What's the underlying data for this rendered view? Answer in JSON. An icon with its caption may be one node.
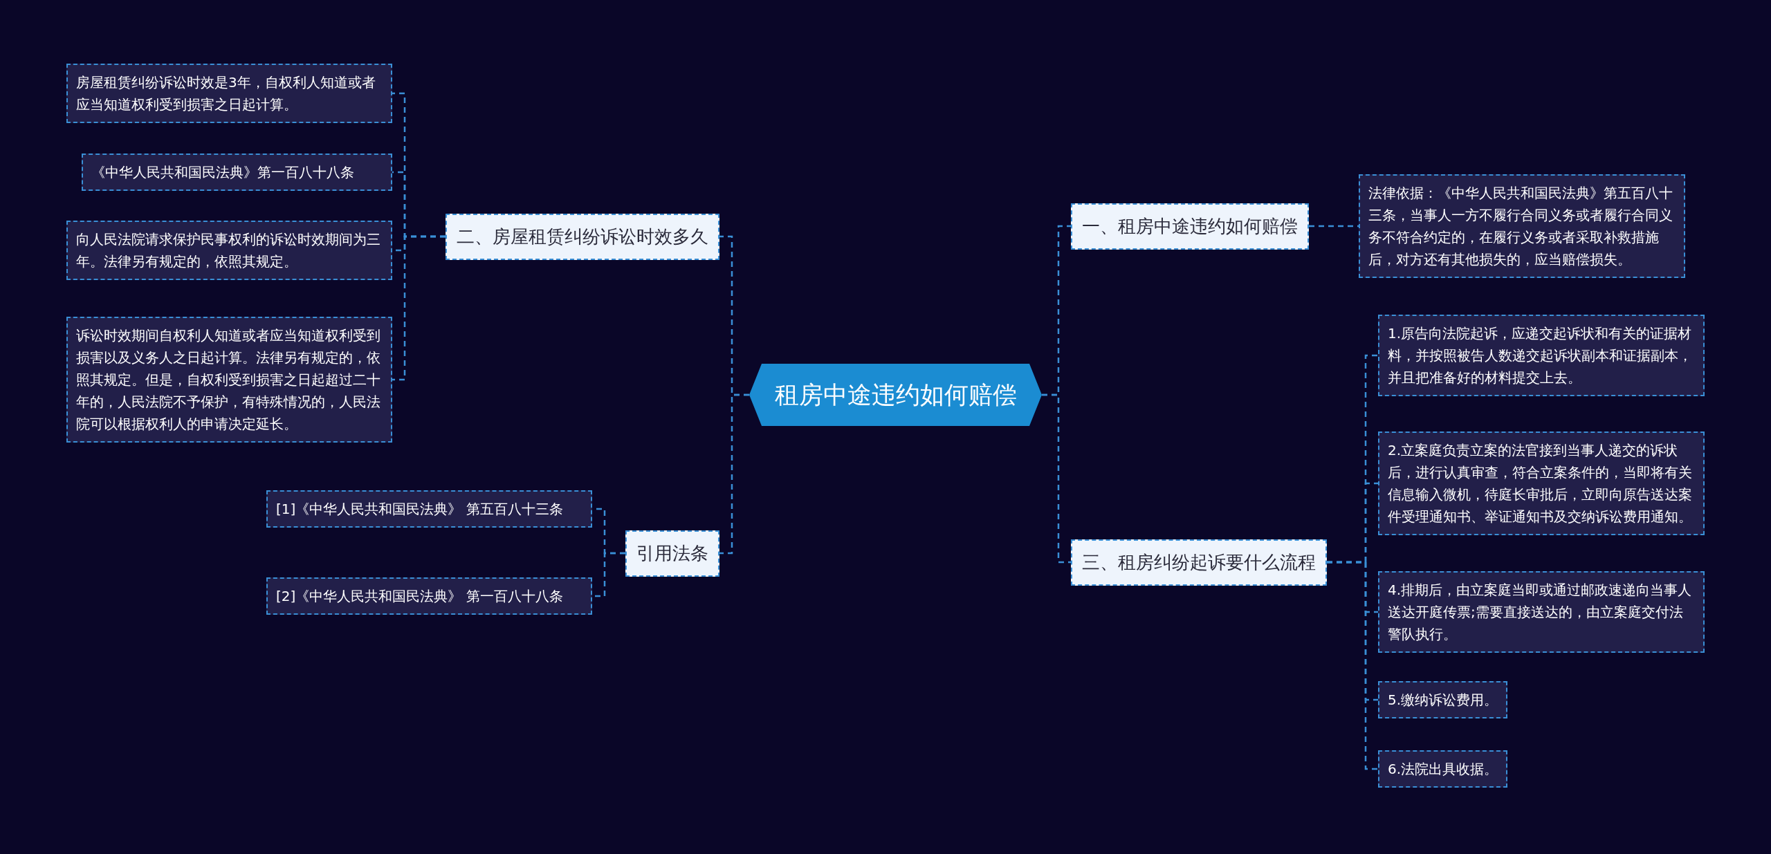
{
  "diagram": {
    "nodes": [
      {
        "text": [
          "租房中途违约如何赔偿"
        ]
      },
      {
        "text": [
          "二、房屋租赁纠纷诉讼时效多久"
        ]
      },
      {
        "text": [
          "房屋租赁纠纷诉讼时效是3年，自权利人知道或者应当知道权利受到损害之日起计算。"
        ]
      },
      {
        "text": [
          "《中华人民共和国民法典》第一百八十八条"
        ]
      },
      {
        "text": [
          "向人民法院请求保护民事权利的诉讼时效期间为三年。法律另有规定的，依照其规定。"
        ]
      },
      {
        "text": [
          "诉讼时效期间自权利人知道或者应当知道权利受到损害以及义务人之日起计算。法律另有规定的，依照其规定。但是，自权利受到损害之日起超过二十年的，人民法院不予保护，有特殊情况的，人民法院可以根据权利人的申请决定延长。"
        ]
      },
      {
        "text": [
          "引用法条"
        ]
      },
      {
        "text": [
          "[1]《中华人民共和国民法典》 第五百八十三条"
        ]
      },
      {
        "text": [
          "[2]《中华人民共和国民法典》 第一百八十八条"
        ]
      },
      {
        "text": [
          "一、租房中途违约如何赔偿"
        ]
      },
      {
        "text": [
          "法律依据：《中华人民共和国民法典》第五百八十三条，当事人一方不履行合同义务或者履行合同义务不符合约定的，在履行义务或者采取补救措施后，对方还有其他损失的，应当赔偿损失。"
        ]
      },
      {
        "text": [
          "三、租房纠纷起诉要什么流程"
        ]
      },
      {
        "text": [
          "1.原告向法院起诉，应递交起诉状和有关的证据材料，并按照被告人数递交起诉状副本和证据副本，并且把准备好的材料提交上去。"
        ]
      },
      {
        "text": [
          "2.立案庭负责立案的法官接到当事人递交的诉状后，进行认真审查，符合立案条件的，当即将有关信息输入微机，待庭长审批后，立即向原告送达案件受理通知书、举证通知书及交纳诉讼费用通知。"
        ]
      },
      {
        "text": [
          "4.排期后，由立案庭当即或通过邮政速递向当事人送达开庭传票;需要直接送达的，由立案庭交付法警队执行。"
        ]
      },
      {
        "text": [
          "5.缴纳诉讼费用。"
        ]
      },
      {
        "text": [
          "6.法院出具收据。"
        ]
      }
    ],
    "edges": [
      {
        "from": 0,
        "to": 1,
        "arrow": "none"
      },
      {
        "from": 1,
        "to": 2,
        "arrow": "none"
      },
      {
        "from": 1,
        "to": 3,
        "arrow": "none"
      },
      {
        "from": 1,
        "to": 4,
        "arrow": "none"
      },
      {
        "from": 1,
        "to": 5,
        "arrow": "none"
      },
      {
        "from": 0,
        "to": 6,
        "arrow": "none"
      },
      {
        "from": 6,
        "to": 7,
        "arrow": "none"
      },
      {
        "from": 6,
        "to": 8,
        "arrow": "none"
      },
      {
        "from": 0,
        "to": 9,
        "arrow": "none"
      },
      {
        "from": 9,
        "to": 10,
        "arrow": "none"
      },
      {
        "from": 0,
        "to": 11,
        "arrow": "none"
      },
      {
        "from": 11,
        "to": 12,
        "arrow": "none"
      },
      {
        "from": 11,
        "to": 13,
        "arrow": "none"
      },
      {
        "from": 11,
        "to": 14,
        "arrow": "none"
      },
      {
        "from": 11,
        "to": 15,
        "arrow": "none"
      },
      {
        "from": 11,
        "to": 16,
        "arrow": "none"
      }
    ]
  }
}
